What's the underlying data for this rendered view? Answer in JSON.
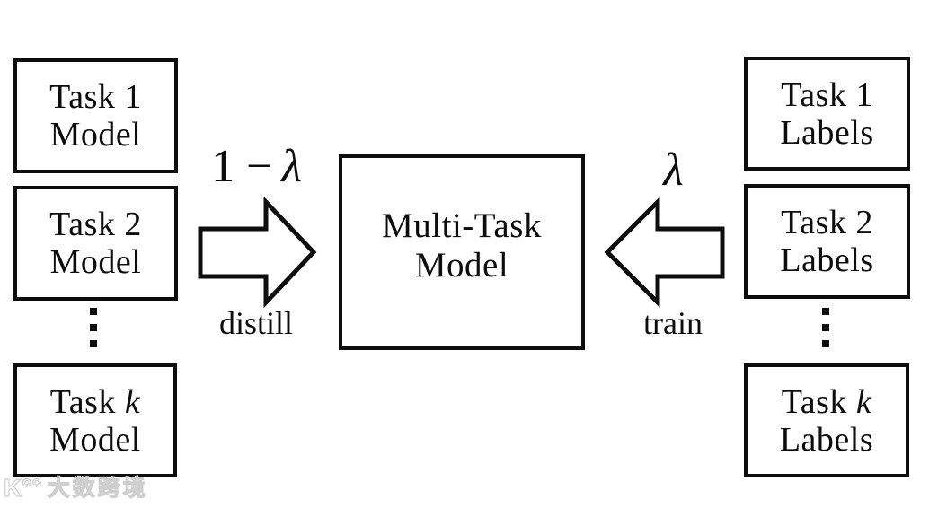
{
  "diagram": {
    "background": "#ffffff",
    "stroke_color": "#0d0d0d",
    "left_column": {
      "boxes": [
        {
          "title_prefix": "Task",
          "title_var": "1",
          "subtitle": "Model"
        },
        {
          "title_prefix": "Task",
          "title_var": "2",
          "subtitle": "Model"
        },
        {
          "title_prefix": "Task",
          "title_var": "k",
          "subtitle": "Model"
        }
      ],
      "ellipsis_dots": 3
    },
    "center_box": {
      "line1": "Multi-Task",
      "line2": "Model"
    },
    "right_column": {
      "boxes": [
        {
          "title_prefix": "Task",
          "title_var": "1",
          "subtitle": "Labels"
        },
        {
          "title_prefix": "Task",
          "title_var": "2",
          "subtitle": "Labels"
        },
        {
          "title_prefix": "Task",
          "title_var": "k",
          "subtitle": "Labels"
        }
      ],
      "ellipsis_dots": 3
    },
    "distill_arrow": {
      "direction": "right",
      "weight_prefix": "1 −",
      "weight_symbol": "λ",
      "action": "distill"
    },
    "train_arrow": {
      "direction": "left",
      "weight_symbol": "λ",
      "action": "train"
    }
  },
  "watermark": {
    "logo": "K°°",
    "text": "大数跨境",
    "color": "#cfcfcf"
  }
}
